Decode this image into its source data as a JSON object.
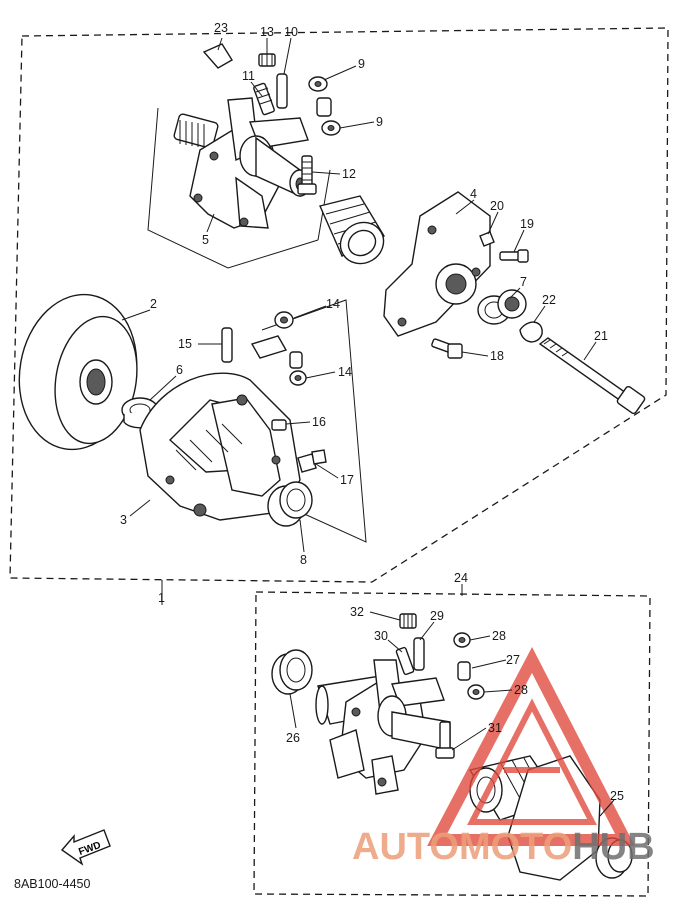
{
  "diagram_code": "8AB100-4450",
  "fwd_label": "FWD",
  "watermark": {
    "part1": "AUTOMOTO",
    "part2": "HUB"
  },
  "callouts": [
    "23",
    "13",
    "10",
    "11",
    "9",
    "9",
    "12",
    "5",
    "4",
    "20",
    "19",
    "7",
    "22",
    "21",
    "18",
    "2",
    "14",
    "15",
    "6",
    "14",
    "16",
    "3",
    "17",
    "8",
    "1",
    "24",
    "32",
    "29",
    "30",
    "28",
    "27",
    "28",
    "26",
    "31",
    "25"
  ],
  "colors": {
    "line": "#1a1a1a",
    "watermark_red": "#e0483c",
    "watermark_orange": "#ec9e78"
  }
}
